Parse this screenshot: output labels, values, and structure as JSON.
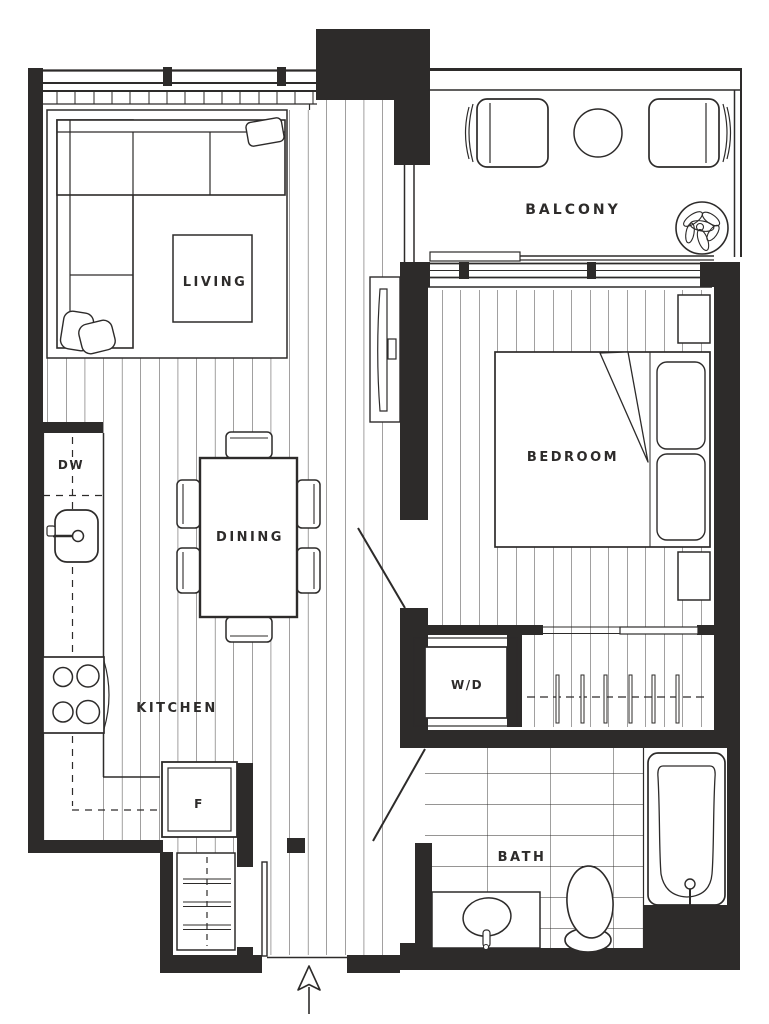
{
  "floorplan": {
    "labels": {
      "living": "LIVING",
      "balcony": "BALCONY",
      "bedroom": "BEDROOM",
      "dining": "DINING",
      "kitchen": "KITCHEN",
      "bath": "BATH",
      "washer_dryer": "W/D",
      "dishwasher": "DW",
      "fridge": "F"
    },
    "colors": {
      "line": "#2d2b2a",
      "background": "#ffffff"
    }
  }
}
